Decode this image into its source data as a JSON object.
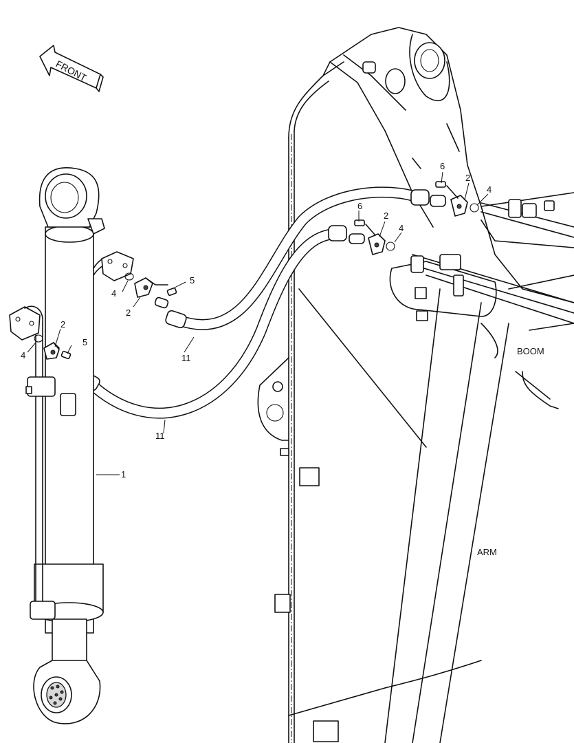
{
  "labels": {
    "front": "FRONT",
    "boom": "BOOM",
    "arm": "ARM"
  },
  "callouts": {
    "cylinder": "1",
    "clamp_a": "2",
    "clamp_b": "2",
    "clamp_c": "2",
    "clamp_d": "2",
    "oring_a": "4",
    "oring_b": "4",
    "oring_c": "4",
    "oring_d": "4",
    "bolt_a": "5",
    "bolt_b": "5",
    "bolt_c": "6",
    "bolt_d": "6",
    "hose_a": "11",
    "hose_b": "11"
  }
}
